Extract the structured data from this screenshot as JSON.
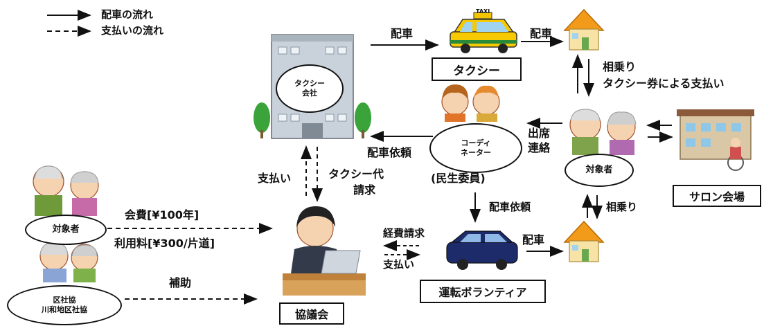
{
  "legend": {
    "solid_label": "配車の流れ",
    "dashed_label": "支払いの流れ"
  },
  "nodes": {
    "taxi_company": {
      "line1": "タクシー",
      "line2": "会社"
    },
    "taxi": "タクシー",
    "coordinator": {
      "line1": "コーディ",
      "line2": "ネーター"
    },
    "coordinator_caption": "(民生委員)",
    "target_right": "対象者",
    "salon": "サロン会場",
    "target_left": "対象者",
    "kyogikai": "協議会",
    "shakyo": {
      "line1": "区社協",
      "line2": "川和地区社協"
    },
    "driver": "運転ボランティア"
  },
  "labels": {
    "dispatch_top": "配車",
    "dispatch_to_house": "配車",
    "ride_share_top": "相乗り",
    "taxi_ticket_pay": "タクシー券による支払い",
    "attendance_line1": "出席",
    "attendance_line2": "連絡",
    "dispatch_request_left": "配車依頼",
    "payment_left": "支払い",
    "taxi_fare_line1": "タクシー代",
    "taxi_fare_line2": "請求",
    "dispatch_request_down": "配車依頼",
    "ride_share_bottom": "相乗り",
    "expense_request": "経費請求",
    "payment_bottom": "支払い",
    "dispatch_bottom": "配車",
    "membership_fee": "会費[¥100年]",
    "usage_fee": "利用料[¥300/片道]",
    "subsidy": "補助",
    "taxi_sign": "TAXI"
  }
}
